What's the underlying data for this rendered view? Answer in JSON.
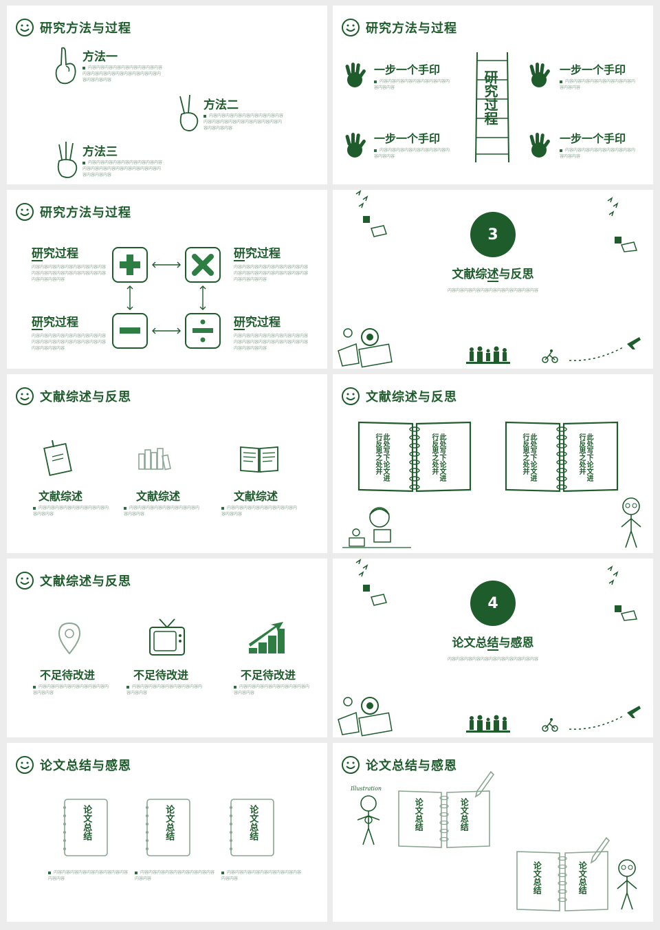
{
  "content_placeholder": "内容内容内容内容内容内容内容内容内容内容内容",
  "slides": {
    "s1": {
      "title": "研究方法与过程",
      "m1": "方法一",
      "m2": "方法二",
      "m3": "方法三"
    },
    "s2": {
      "title": "研究方法与过程",
      "step": "一步一个手印",
      "ladder": "研究过程"
    },
    "s3": {
      "title": "研究方法与过程",
      "p": "研究过程"
    },
    "s4": {
      "num": "3",
      "title": "文献综述与反思",
      "sub": "内容内容内容内容内容内容内容内容内容内容内容"
    },
    "s5": {
      "title": "文献综述与反思",
      "item": "文献综述"
    },
    "s6": {
      "title": "文献综述与反思",
      "page": "此处写下论文进行反思之处并"
    },
    "s7": {
      "title": "文献综述与反思",
      "item": "不足待改进"
    },
    "s8": {
      "num": "4",
      "title": "论文总结与感恩",
      "sub": "内容内容内容内容内容内容内容内容内容内容内容"
    },
    "s9": {
      "title": "论文总结与感恩",
      "card": "论文总结"
    },
    "s10": {
      "title": "论文总结与感恩",
      "card": "论文总结",
      "illustration": "Illustration"
    }
  },
  "colors": {
    "primary": "#1e5c2c",
    "text_light": "#8aa692",
    "bg": "#ffffff"
  }
}
